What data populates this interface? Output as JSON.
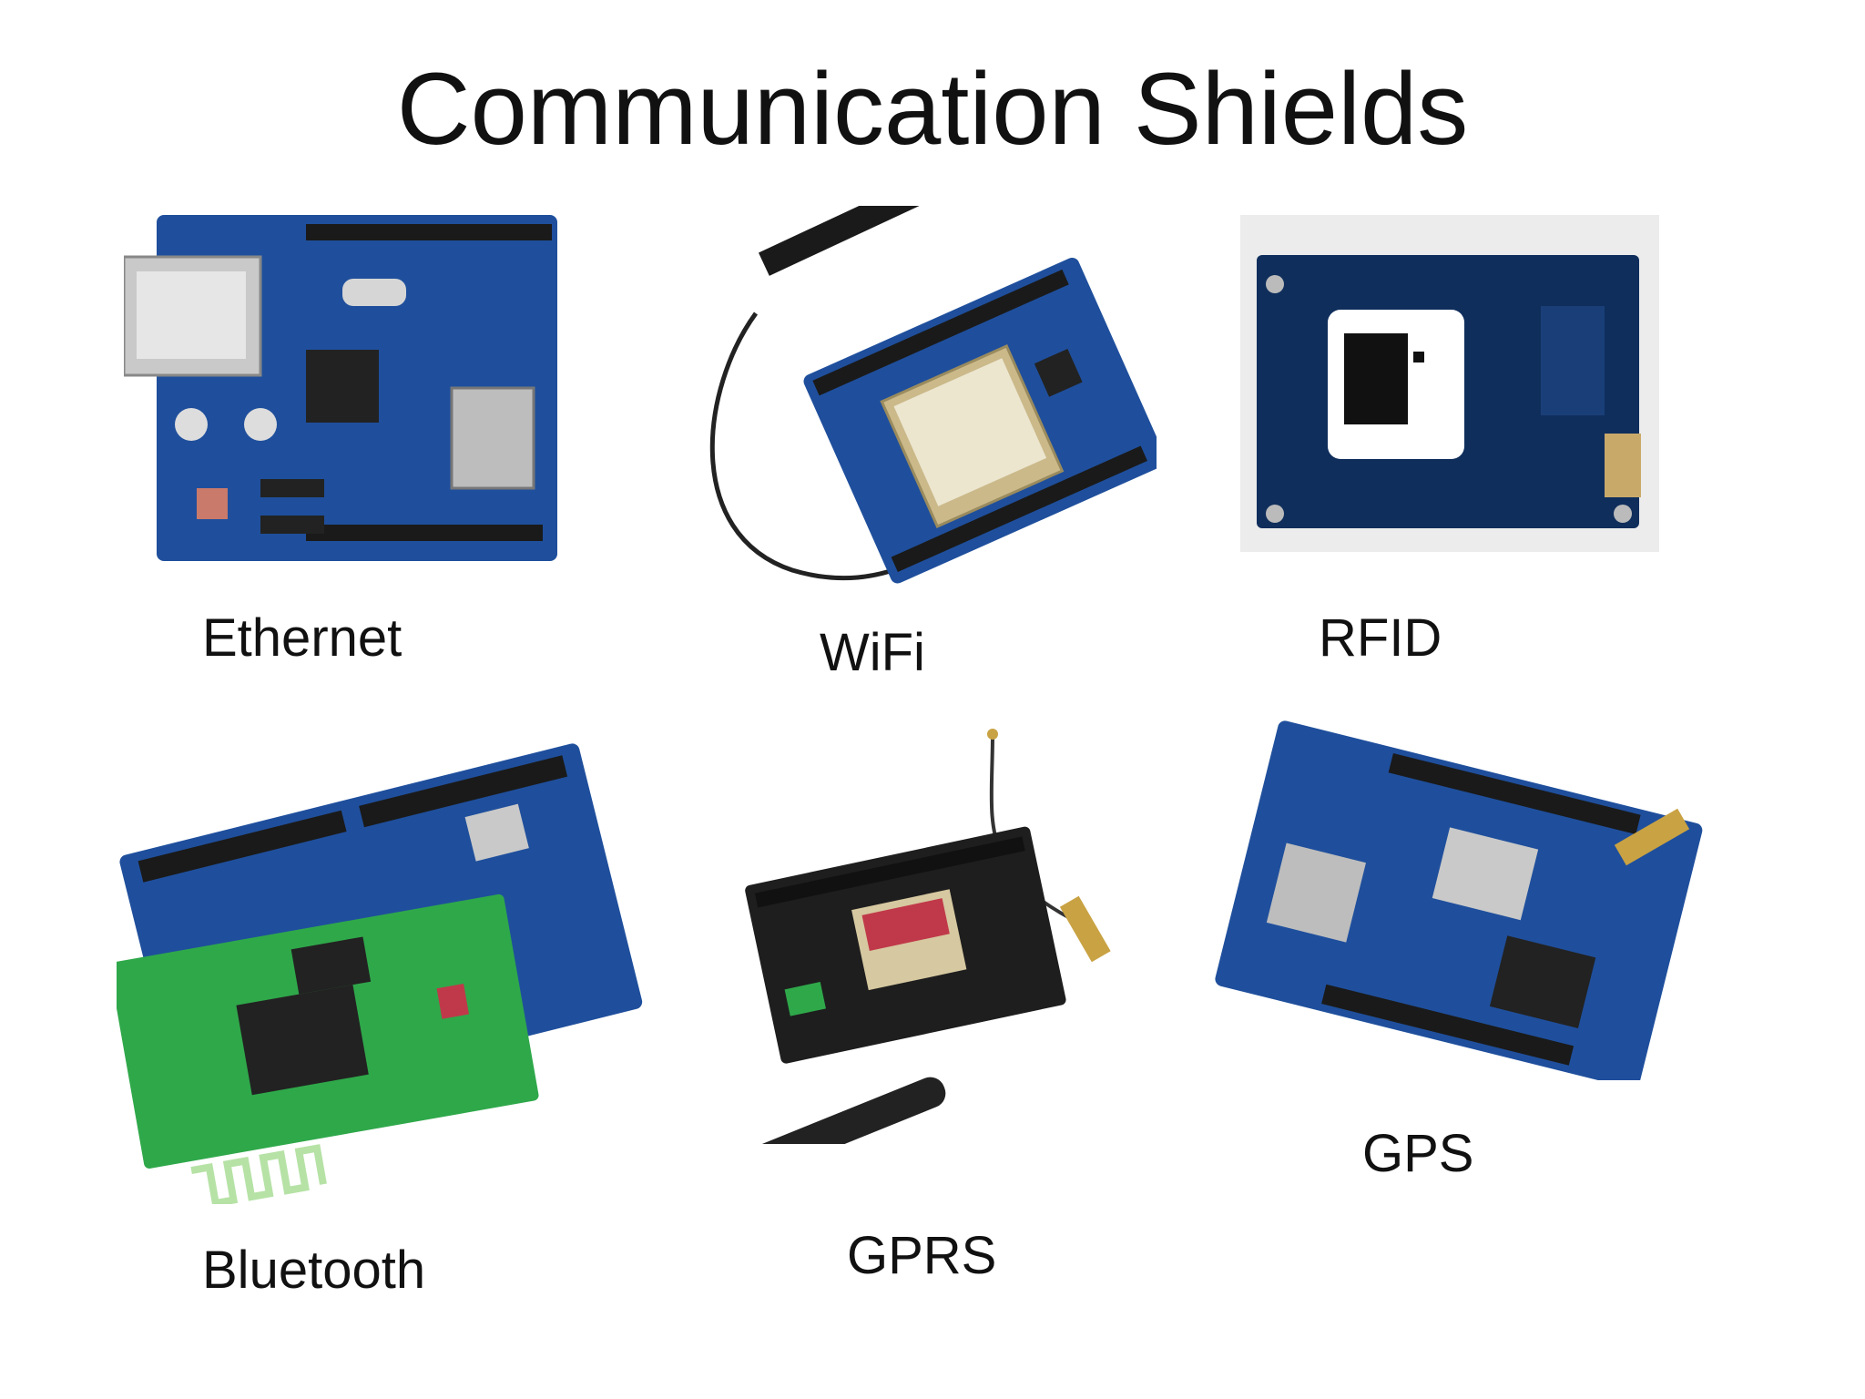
{
  "slide": {
    "title": "Communication Shields",
    "items": [
      {
        "label": "Ethernet",
        "icon": "ethernet-shield-photo"
      },
      {
        "label": "WiFi",
        "icon": "wifi-shield-photo"
      },
      {
        "label": "RFID",
        "icon": "rfid-shield-photo"
      },
      {
        "label": "Bluetooth",
        "icon": "bluetooth-shield-photo"
      },
      {
        "label": "GPRS",
        "icon": "gprs-shield-photo"
      },
      {
        "label": "GPS",
        "icon": "gps-shield-photo"
      }
    ]
  },
  "colors": {
    "pcb_blue": "#1f4f9c",
    "pcb_dark_blue": "#0f2e5c",
    "pcb_green": "#2fa84a",
    "header_black": "#1a1a1a",
    "chip_silver": "#c9c9c9"
  }
}
